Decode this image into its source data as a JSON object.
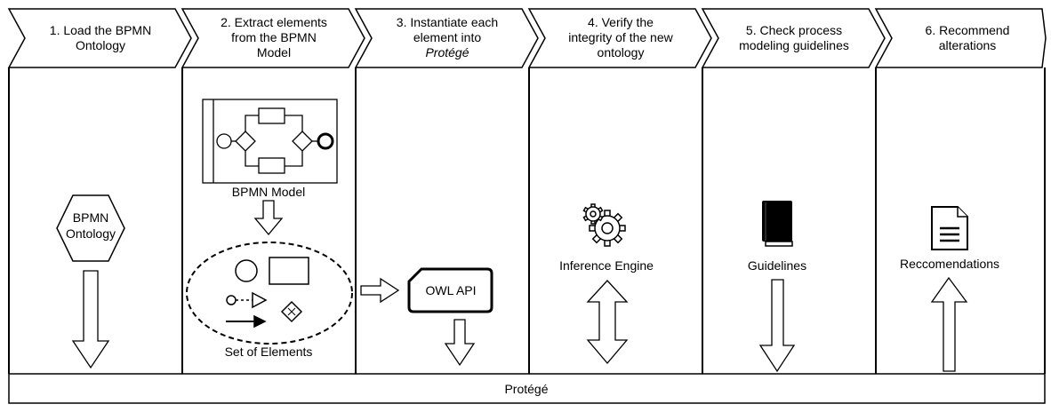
{
  "steps": [
    {
      "lines": [
        "1. Load the BPMN",
        "Ontology"
      ]
    },
    {
      "lines": [
        "2. Extract elements",
        "from the BPMN",
        "Model"
      ]
    },
    {
      "lines": [
        "3. Instantiate each",
        "element into",
        "Protégé"
      ]
    },
    {
      "lines": [
        "4. Verify the",
        "integrity of the new",
        "ontology"
      ]
    },
    {
      "lines": [
        "5. Check process",
        "modeling guidelines"
      ]
    },
    {
      "lines": [
        "6. Recommend",
        "alterations"
      ]
    }
  ],
  "labels": {
    "ontology_line1": "BPMN",
    "ontology_line2": "Ontology",
    "bpmn_model": "BPMN Model",
    "set_of_elements": "Set of Elements",
    "owl_api": "OWL API",
    "inference_engine": "Inference Engine",
    "guidelines": "Guidelines",
    "recommendations": "Reccomendations",
    "protege": "Protégé"
  },
  "icons": {
    "ontology": "hexagon-icon",
    "bpmn_model": "bpmn-diagram-icon",
    "owl_api": "api-card-icon",
    "inference_engine": "gear-icon",
    "guidelines": "book-icon",
    "recommendations": "document-icon"
  }
}
